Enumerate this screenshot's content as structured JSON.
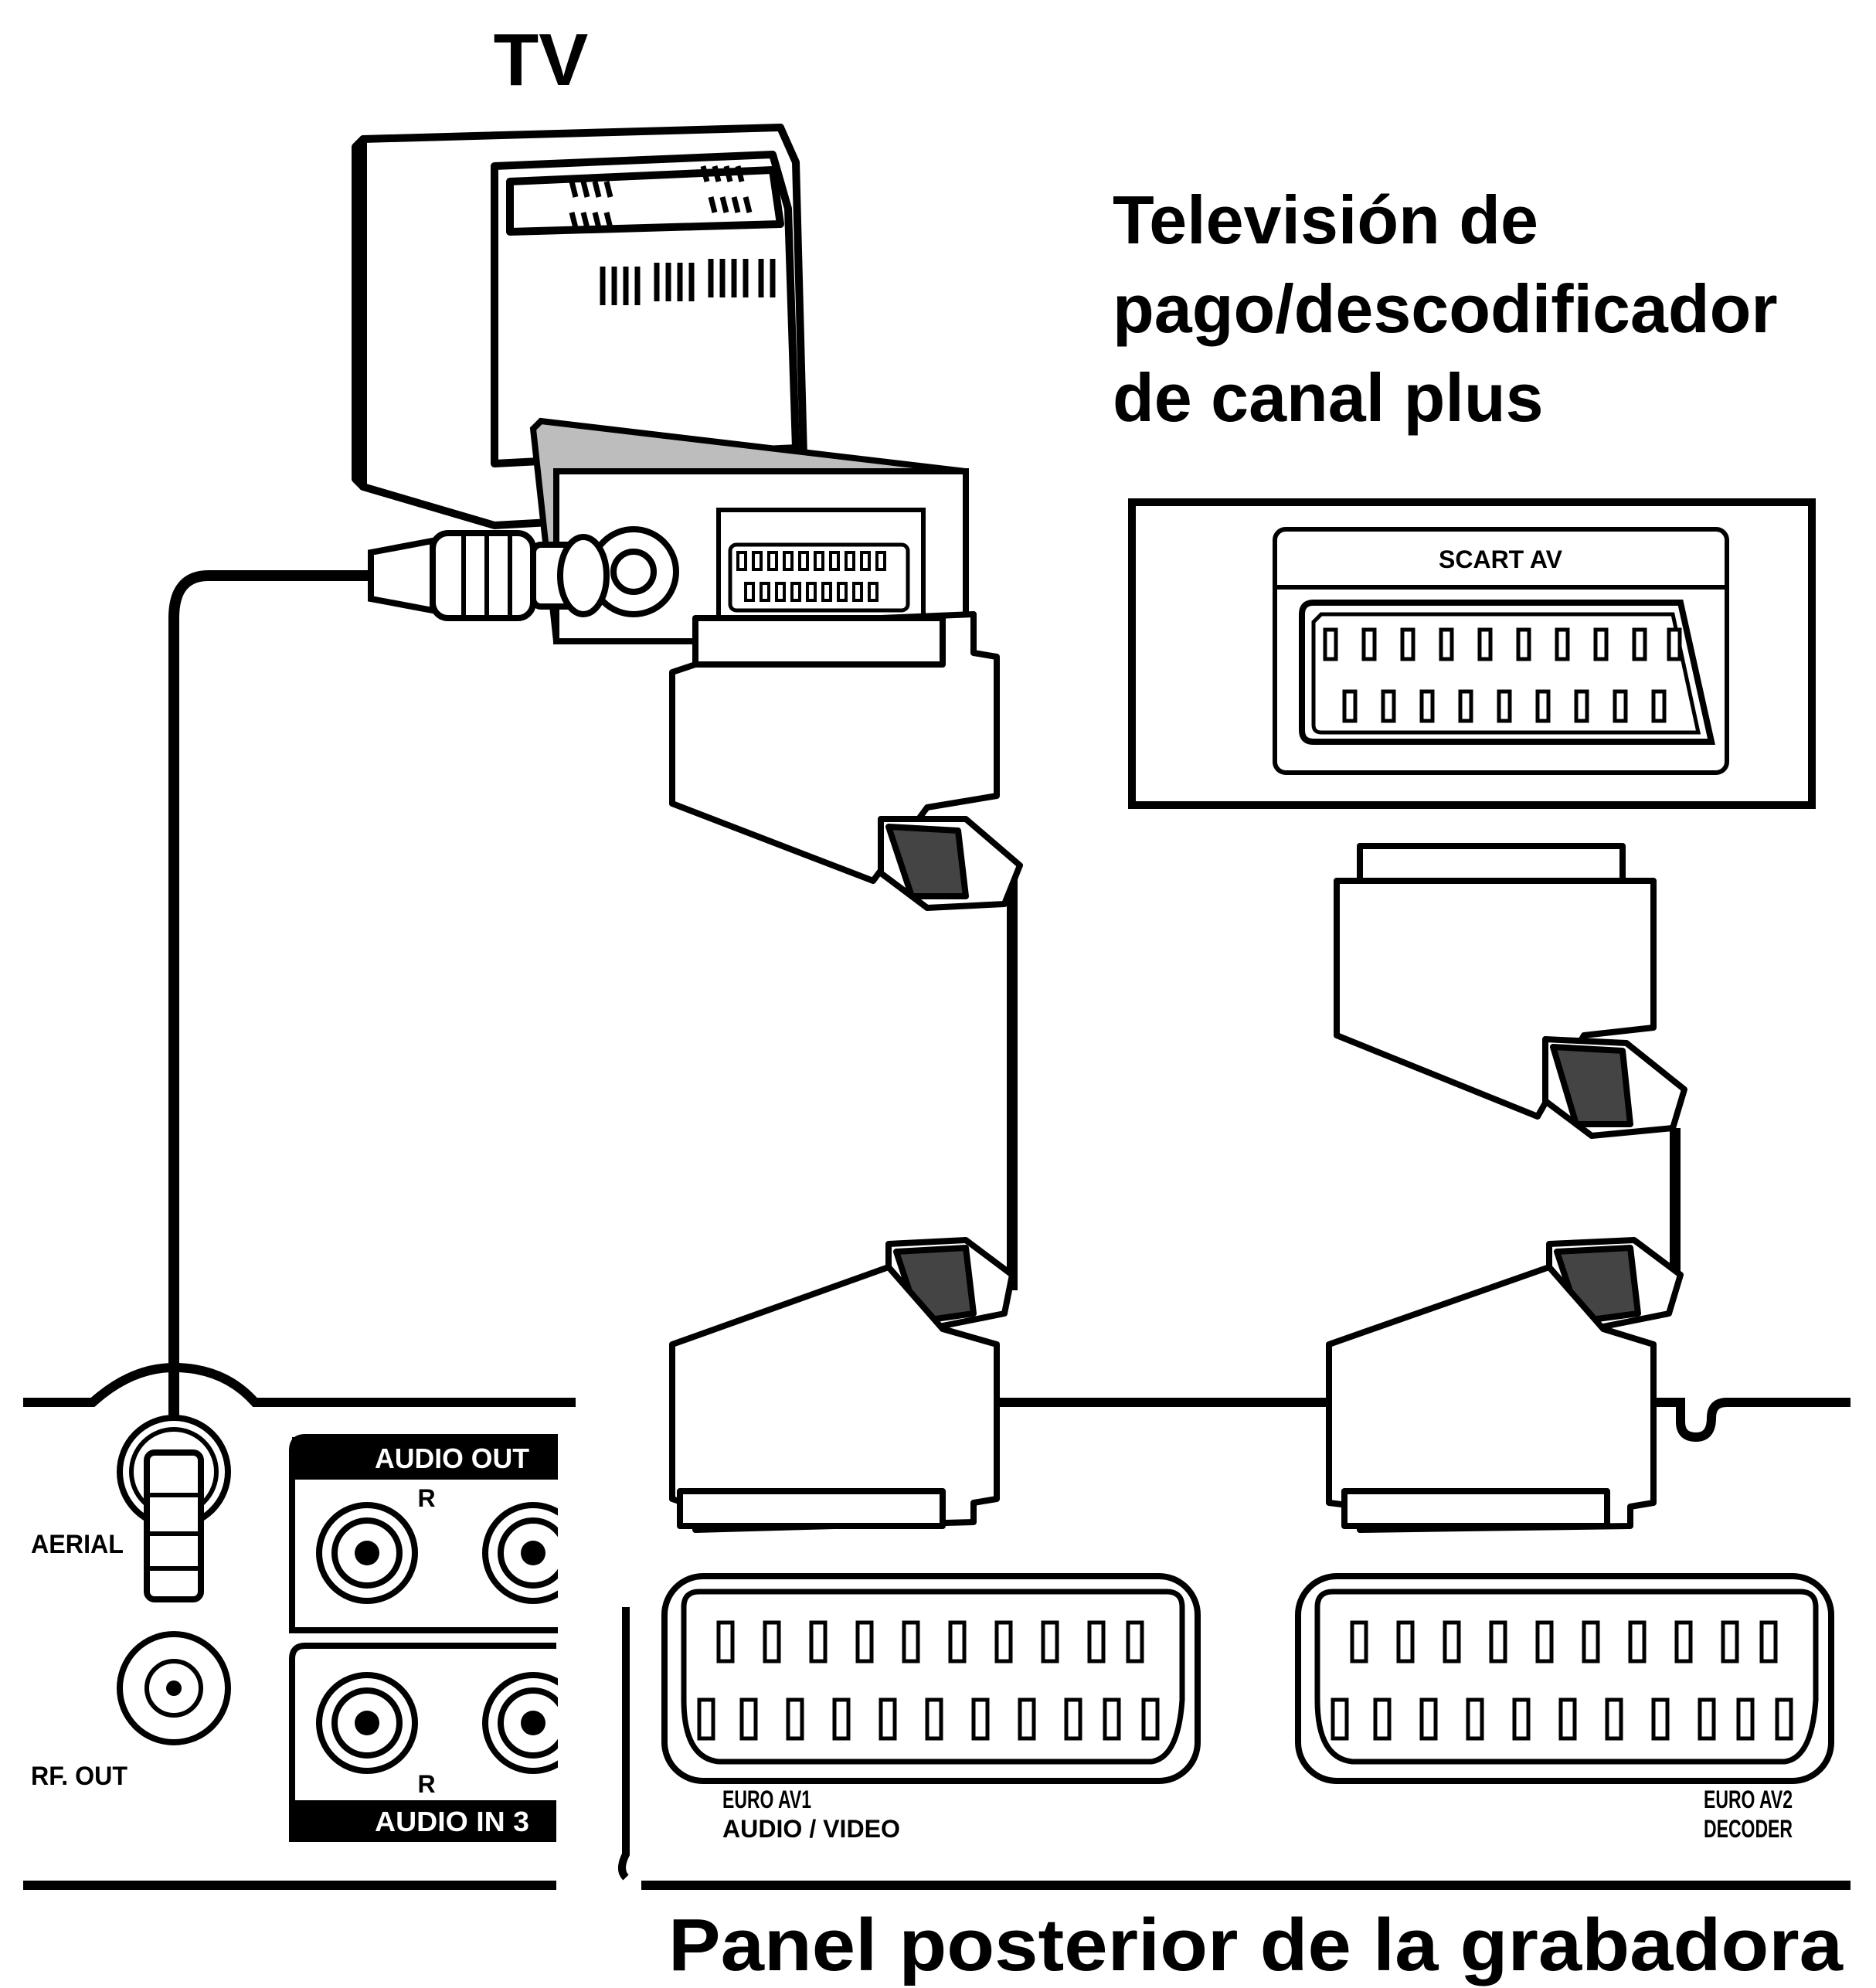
{
  "labels": {
    "tv": "TV",
    "decoder_title_line1": "Televisión de",
    "decoder_title_line2": "pago/descodificador",
    "decoder_title_line3": "de canal plus",
    "scart_av": "SCART AV",
    "audio_out": "AUDIO OUT",
    "audio_in_3": "AUDIO IN 3",
    "r_top": "R",
    "r_bottom": "R",
    "aerial": "AERIAL",
    "rf_out": "RF. OUT",
    "euro_av1_line1": "EURO AV1",
    "euro_av1_line2": "AUDIO / VIDEO",
    "euro_av2_line1": "EURO AV2",
    "euro_av2_line2": "DECODER",
    "panel_title": "Panel posterior de la grabadora"
  },
  "colors": {
    "ink": "#000000",
    "paper": "#ffffff",
    "highlight": "#bdbdbd"
  }
}
